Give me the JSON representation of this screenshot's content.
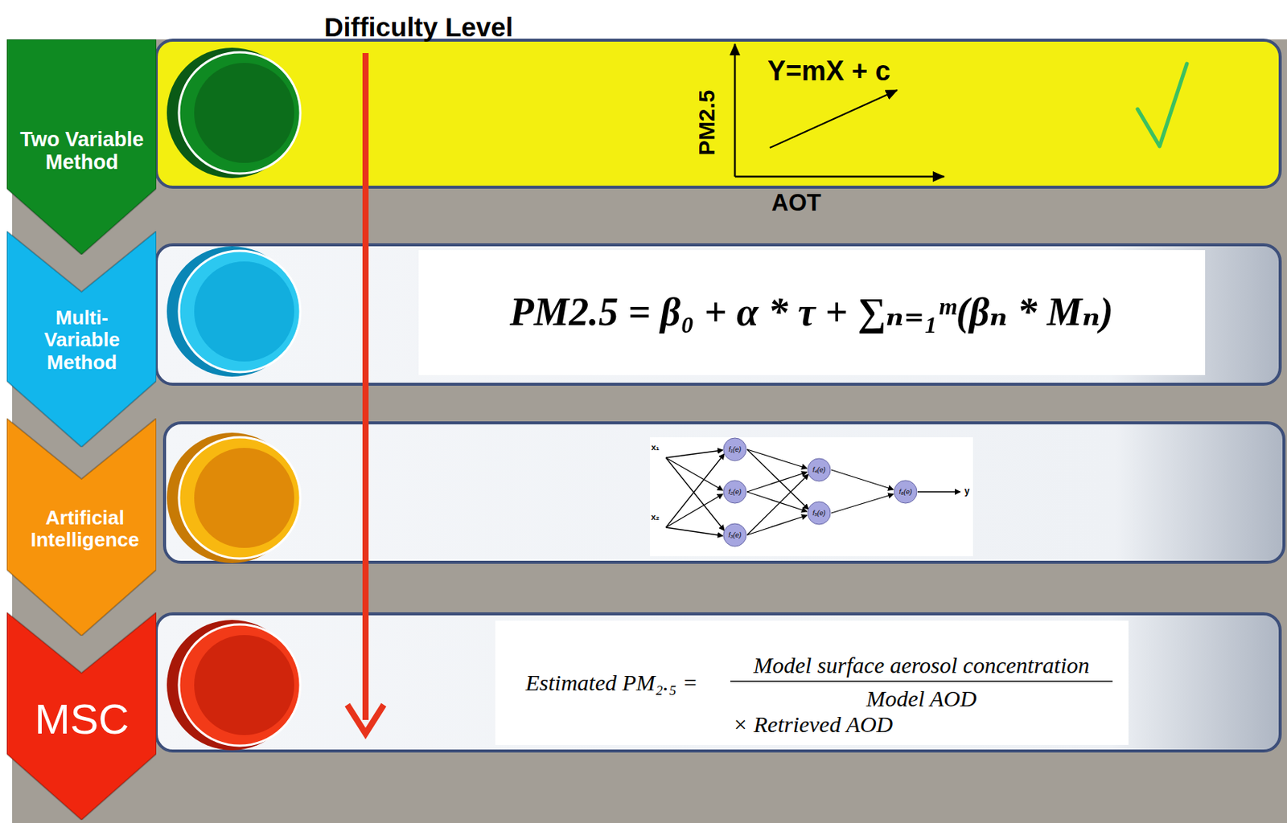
{
  "diagram": {
    "title": "Difficulty Level",
    "nodes": [
      {
        "text": [
          "Two Variable Method"
        ]
      },
      {
        "text": [
          "Y=mX + c",
          "PM2.5",
          "AOT"
        ]
      },
      {
        "text": [
          "Multi-Variable Method"
        ]
      },
      {
        "text": [
          "PM2.5 = β₀ + α * τ + ∑ₙ₌₁ᵐ(βₙ * Mₙ)"
        ]
      },
      {
        "text": [
          "Artificial Intelligence"
        ]
      },
      {
        "text": [
          "x₁",
          "x₂",
          "f₁(e)",
          "f₂(e)",
          "f₃(e)",
          "f₄(e)",
          "f₅(e)",
          "f₆(e)",
          "y"
        ]
      },
      {
        "text": [
          "MSC"
        ]
      },
      {
        "text": [
          "Estimated PM₂.₅ =",
          "Model surface aerosol concentration",
          "Model AOD",
          "× Retrieved AOD"
        ]
      }
    ]
  }
}
